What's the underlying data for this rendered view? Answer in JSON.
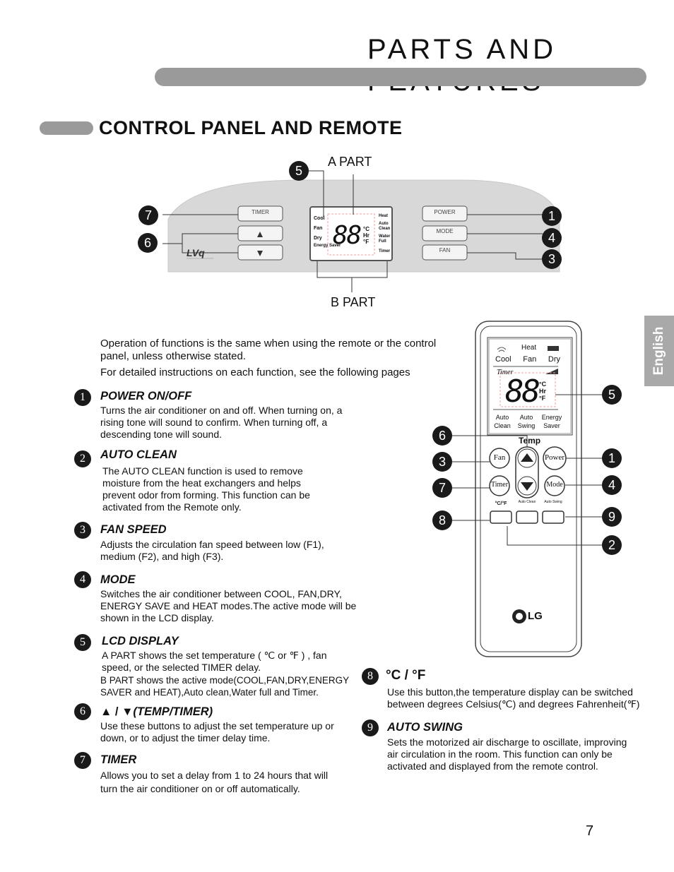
{
  "header": {
    "title": "PARTS AND FEATURES"
  },
  "section": {
    "title": "CONTROL PANEL AND REMOTE"
  },
  "side_tab": {
    "label": "English"
  },
  "panel": {
    "a_part": "A PART",
    "b_part": "B PART",
    "buttons": {
      "timer": "TIMER",
      "power": "POWER",
      "mode": "MODE",
      "fan": "FAN"
    },
    "display": {
      "digits": "88",
      "left_labels": [
        "Cool",
        "Fan",
        "Dry",
        "Energy Saver"
      ],
      "right_labels": [
        "Heat",
        "Auto Clean",
        "Water Full",
        "Timer"
      ],
      "units": [
        "°C",
        "Hr",
        "°F"
      ]
    },
    "callouts": {
      "c5": "5",
      "c7": "7",
      "c6": "6",
      "c1": "1",
      "c4": "4",
      "c3": "3"
    }
  },
  "intro": {
    "line1": "Operation of functions is the same when using the remote or the control panel, unless otherwise stated.",
    "line2": "For detailed instructions on each function, see the following pages"
  },
  "items": [
    {
      "num": "1",
      "title": "POWER  ON/OFF",
      "body": "Turns the air conditioner on and off. When turning on, a rising tone will sound to confirm. When turning off, a descending tone will sound."
    },
    {
      "num": "2",
      "title": "AUTO  CLEAN",
      "body": "The AUTO CLEAN function is used to remove moisture from the heat exchangers and helps prevent odor from forming. This function can be activated from the Remote only."
    },
    {
      "num": "3",
      "title": "FAN SPEED",
      "body": "Adjusts the circulation fan speed between low (F1), medium (F2), and high (F3)."
    },
    {
      "num": "4",
      "title": "MODE",
      "body": "Switches the air conditioner between COOL, FAN,DRY, ENERGY SAVE and HEAT modes.The active mode will be shown in the LCD display."
    },
    {
      "num": "5",
      "title": "LCD   DISPLAY",
      "body1": "A PART shows the set temperature ( ℃ or ℉ ) , fan speed, or the selected TIMER delay.",
      "body2": "B PART shows the active mode(COOL,FAN,DRY,ENERGY SAVER and HEAT),Auto clean,Water full and Timer."
    },
    {
      "num": "6",
      "title_symbols": "▲ / ▼",
      "title": "(TEMP/TIMER)",
      "body": "Use these buttons to adjust the set temperature up or down, or to adjust the timer delay time."
    },
    {
      "num": "7",
      "title": "TIMER",
      "body": "Allows you to set a delay from 1 to 24 hours that will turn the air conditioner on or off automatically."
    },
    {
      "num": "8",
      "title": "°C / °F",
      "body": "Use this button,the temperature display can be switched between degrees Celsius(℃) and degrees Fahrenheit(℉)"
    },
    {
      "num": "9",
      "title": "AUTO SWING",
      "body": "Sets the motorized air discharge to oscillate, improving air circulation in the room. This function can only be activated and displayed from the remote control."
    }
  ],
  "remote": {
    "lcd": {
      "top": [
        "Heat"
      ],
      "modes": [
        "Cool",
        "Fan",
        "Dry"
      ],
      "timer": "Timer",
      "digits": "88",
      "units": [
        "°C",
        "Hr",
        "°F"
      ],
      "bottom": [
        "Auto Clean",
        "Auto Swing",
        "Energy Saver"
      ]
    },
    "temp_label": "Temp",
    "buttons": {
      "fan": "Fan",
      "power": "Power",
      "timer": "Timer",
      "mode": "Mode",
      "cf": "°C/°F",
      "auto_clean": "Auto Clean",
      "auto_swing": "Auto Swing"
    },
    "brand": "LG",
    "callouts": {
      "c5": "5",
      "c6": "6",
      "c3": "3",
      "c7": "7",
      "c8": "8",
      "c1": "1",
      "c4": "4",
      "c9": "9",
      "c2": "2"
    }
  },
  "page_number": "7"
}
